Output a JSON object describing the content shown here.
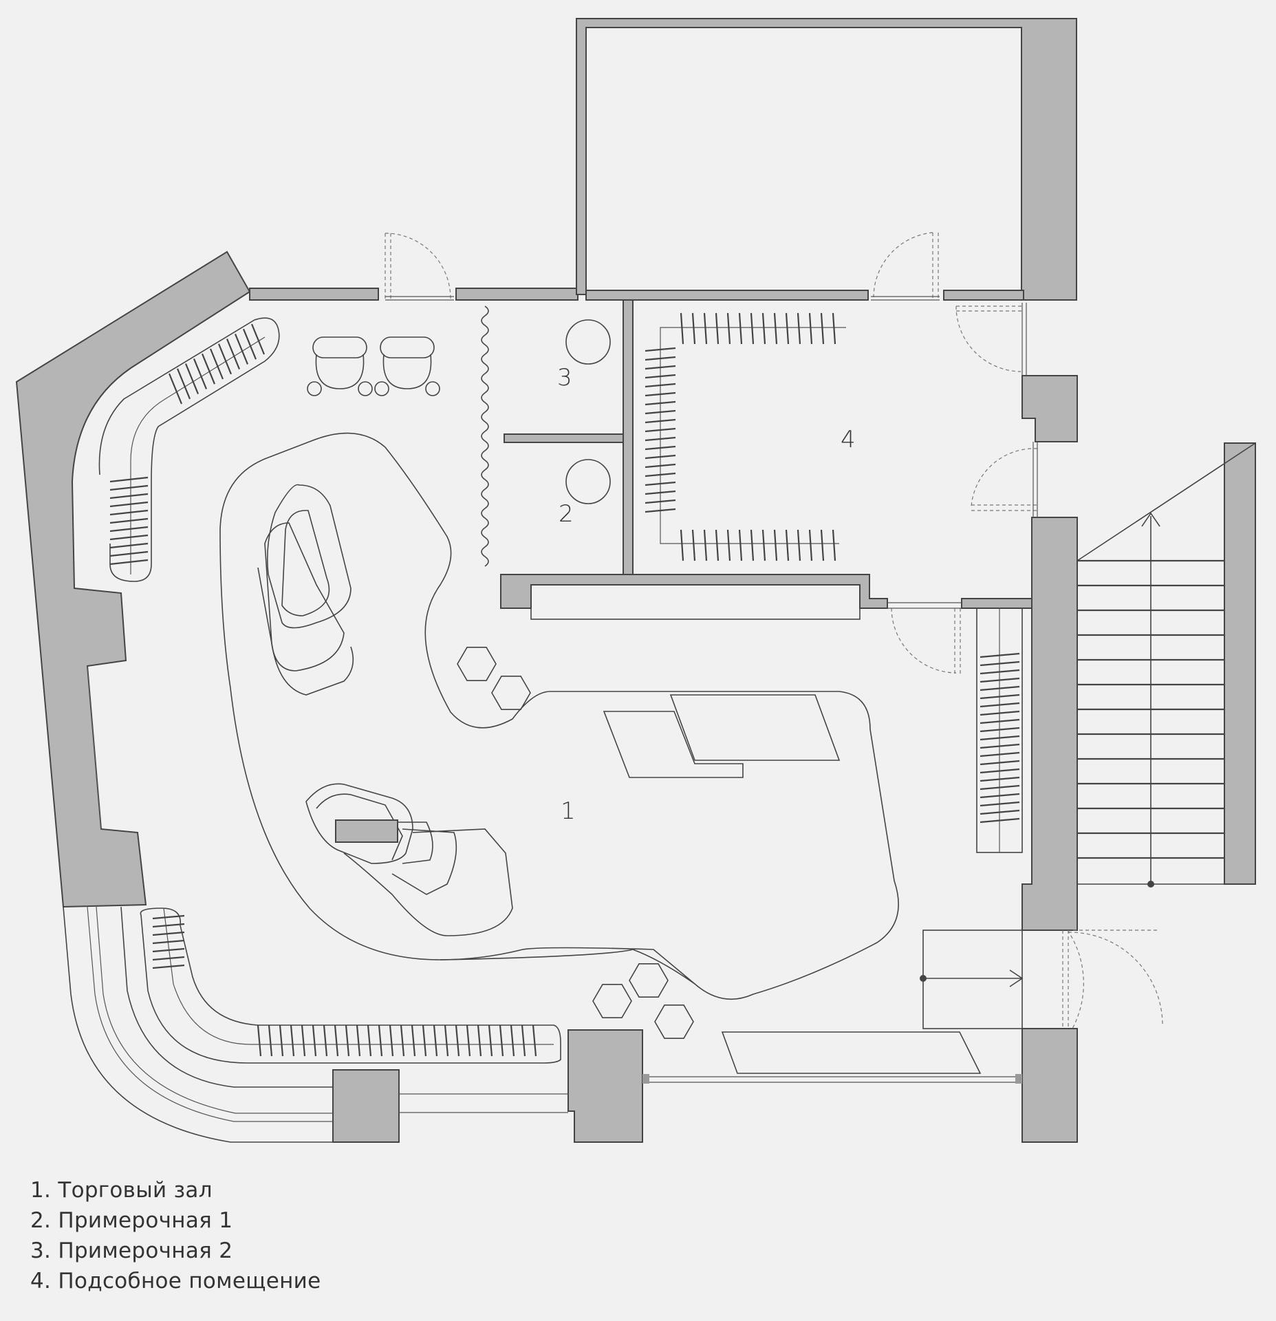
{
  "rooms": [
    {
      "number": "1"
    },
    {
      "number": "2"
    },
    {
      "number": "3"
    },
    {
      "number": "4"
    }
  ],
  "legend": [
    {
      "text": "1. Торговый зал"
    },
    {
      "text": "2. Примерочная 1"
    },
    {
      "text": "3. Примерочная 2"
    },
    {
      "text": "4. Подсобное помещение"
    }
  ],
  "colors": {
    "wall": "#b5b5b5",
    "background": "#f1f1f1",
    "line": "#444444"
  }
}
